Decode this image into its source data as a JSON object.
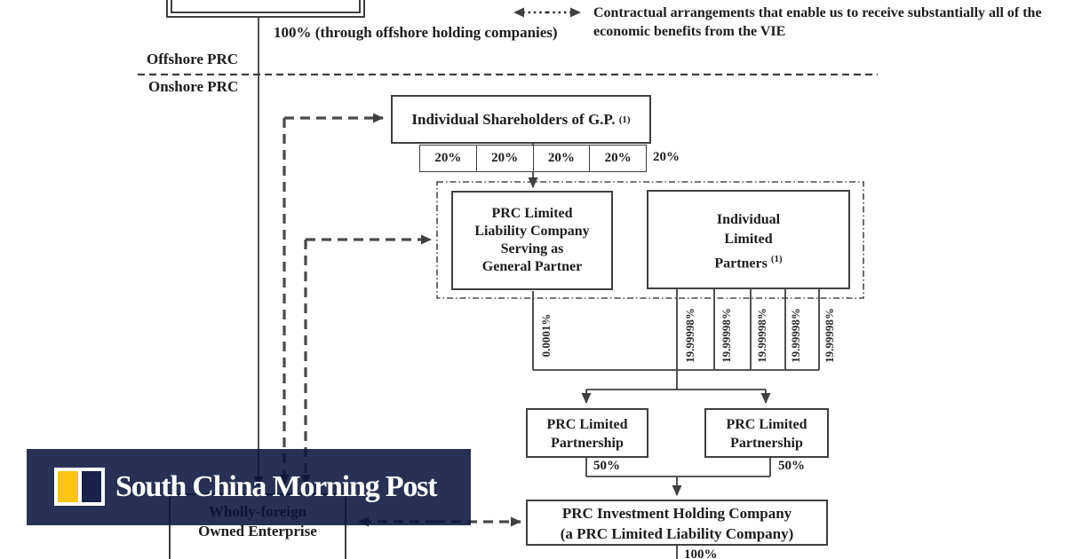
{
  "regions": {
    "offshore": "Offshore PRC",
    "onshore": "Onshore PRC"
  },
  "notes": {
    "parent_ownership": [
      "100% (through offshore",
      "holding companies)"
    ],
    "legend_lines": [
      "Contractual arrangements that enable us",
      "to receive substantially all of the",
      "economic benefits from the VIE"
    ]
  },
  "boxes": {
    "shareholders": {
      "label": "Individual Shareholders of G.P.",
      "footnote": "(1)"
    },
    "gp": {
      "lines": [
        "PRC Limited",
        "Liability Company",
        "Serving as",
        "General Partner"
      ]
    },
    "lp": {
      "lines": [
        "Individual",
        "Limited",
        "Partners"
      ],
      "footnote": "(1)"
    },
    "partnership_left": {
      "lines": [
        "PRC Limited",
        "Partnership"
      ]
    },
    "partnership_right": {
      "lines": [
        "PRC Limited",
        "Partnership"
      ]
    },
    "investment": {
      "lines": [
        "PRC Investment Holding Company",
        "(a PRC Limited Liability Company)"
      ]
    },
    "wfoe": {
      "lines": [
        "Wholly-foreign",
        "Owned Enterprise"
      ]
    }
  },
  "percentages": {
    "shareholder_stakes": [
      "20%",
      "20%",
      "20%",
      "20%",
      "20%"
    ],
    "gp_stake": "0.0001%",
    "lp_stakes": [
      "19.99998%",
      "19.99998%",
      "19.99998%",
      "19.99998%",
      "19.99998%"
    ],
    "partnership_left_stake": "50%",
    "partnership_right_stake": "50%",
    "investment_stake": "100%"
  },
  "branding": {
    "publisher": "South China Morning Post"
  },
  "colors": {
    "banner_navy": "#273053",
    "logo_navy": "#19224a",
    "logo_yellow": "#fcc40e",
    "line_color": "#3f3f3f"
  }
}
